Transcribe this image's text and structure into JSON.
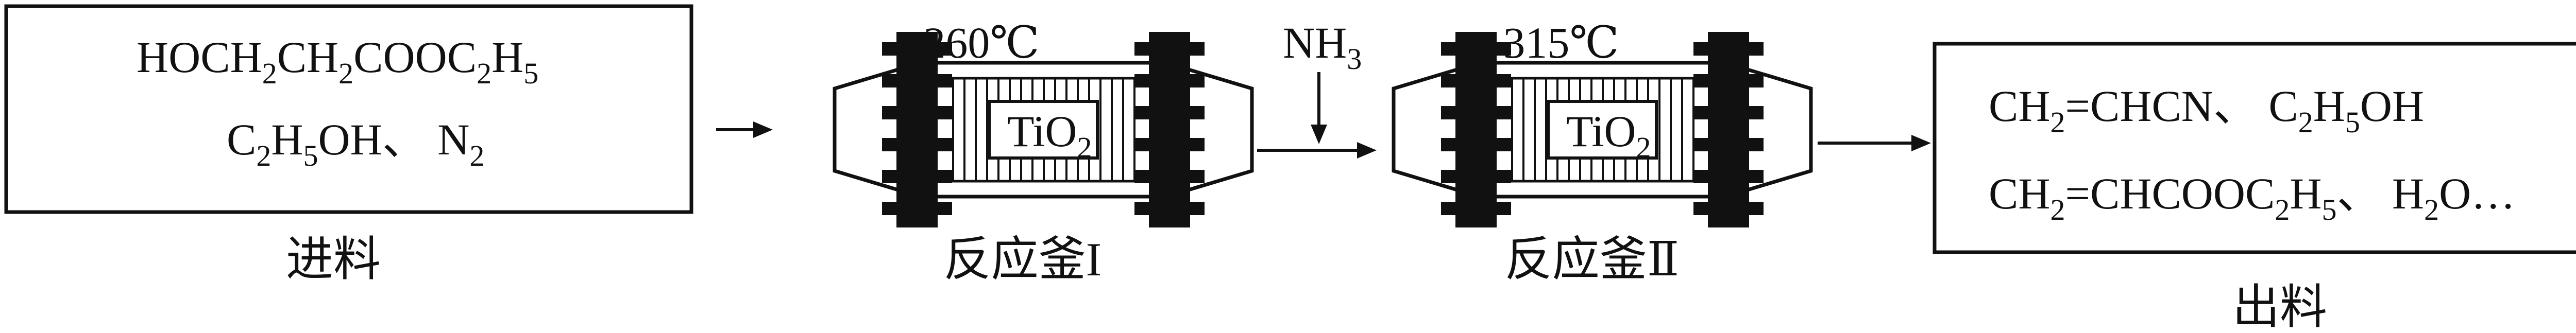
{
  "feed": {
    "line1": {
      "a": "HOCH",
      "s1": "2",
      "b": "CH",
      "s2": "2",
      "c": "COOC",
      "s3": "2",
      "d": "H",
      "s4": "5"
    },
    "line2": {
      "a": "C",
      "s1": "2",
      "b": "H",
      "s2": "5",
      "c": "OH、 N",
      "s3": "2"
    },
    "label": "进料"
  },
  "reactor1": {
    "temperature": "260℃",
    "catalyst": {
      "a": "TiO",
      "s1": "2"
    },
    "label": "反应釜I"
  },
  "reagent": {
    "a": "NH",
    "s1": "3"
  },
  "reactor2": {
    "temperature": "315℃",
    "catalyst": {
      "a": "TiO",
      "s1": "2"
    },
    "label": "反应釜Ⅱ"
  },
  "product": {
    "line1": {
      "a": "CH",
      "s1": "2",
      "b": "=CHCN、 C",
      "s2": "2",
      "c": "H",
      "s3": "5",
      "d": "OH"
    },
    "line2": {
      "a": "CH",
      "s1": "2",
      "b": "=CHCOOC",
      "s2": "2",
      "c": "H",
      "s3": "5",
      "d": "、 H",
      "s4": "2",
      "e": "O…"
    },
    "label": "出料"
  },
  "colors": {
    "ink": "#111111",
    "background": "#ffffff"
  }
}
